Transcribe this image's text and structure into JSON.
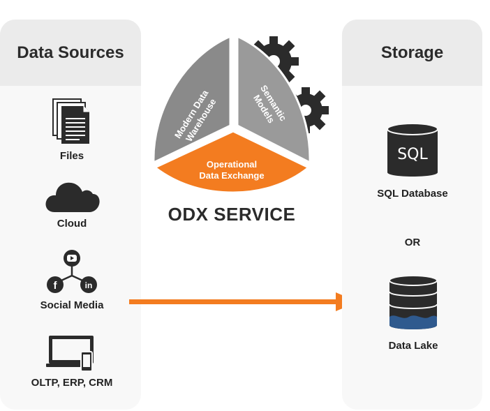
{
  "left_panel": {
    "title": "Data Sources",
    "items": [
      {
        "label": "Files",
        "icon": "files-icon"
      },
      {
        "label": "Cloud",
        "icon": "cloud-icon"
      },
      {
        "label": "Social Media",
        "icon": "social-media-icon"
      },
      {
        "label": "OLTP, ERP, CRM",
        "icon": "devices-icon"
      }
    ]
  },
  "right_panel": {
    "title": "Storage",
    "items": [
      {
        "label": "SQL Database",
        "icon": "sql-database-icon",
        "icon_text": "SQL"
      },
      {
        "label": "Data Lake",
        "icon": "data-lake-icon"
      }
    ],
    "separator": "OR"
  },
  "center": {
    "segments": [
      {
        "label": "Modern Data Warehouse",
        "color": "#8a8a8a"
      },
      {
        "label": "Semantic Models",
        "color": "#9a9a9a"
      },
      {
        "label": "Operational Data Exchange",
        "color": "#f37c20"
      }
    ],
    "title": "ODX SERVICE"
  },
  "colors": {
    "accent": "#f37c20",
    "dark": "#2b2b2b",
    "lake_blue": "#2f5a8e"
  }
}
